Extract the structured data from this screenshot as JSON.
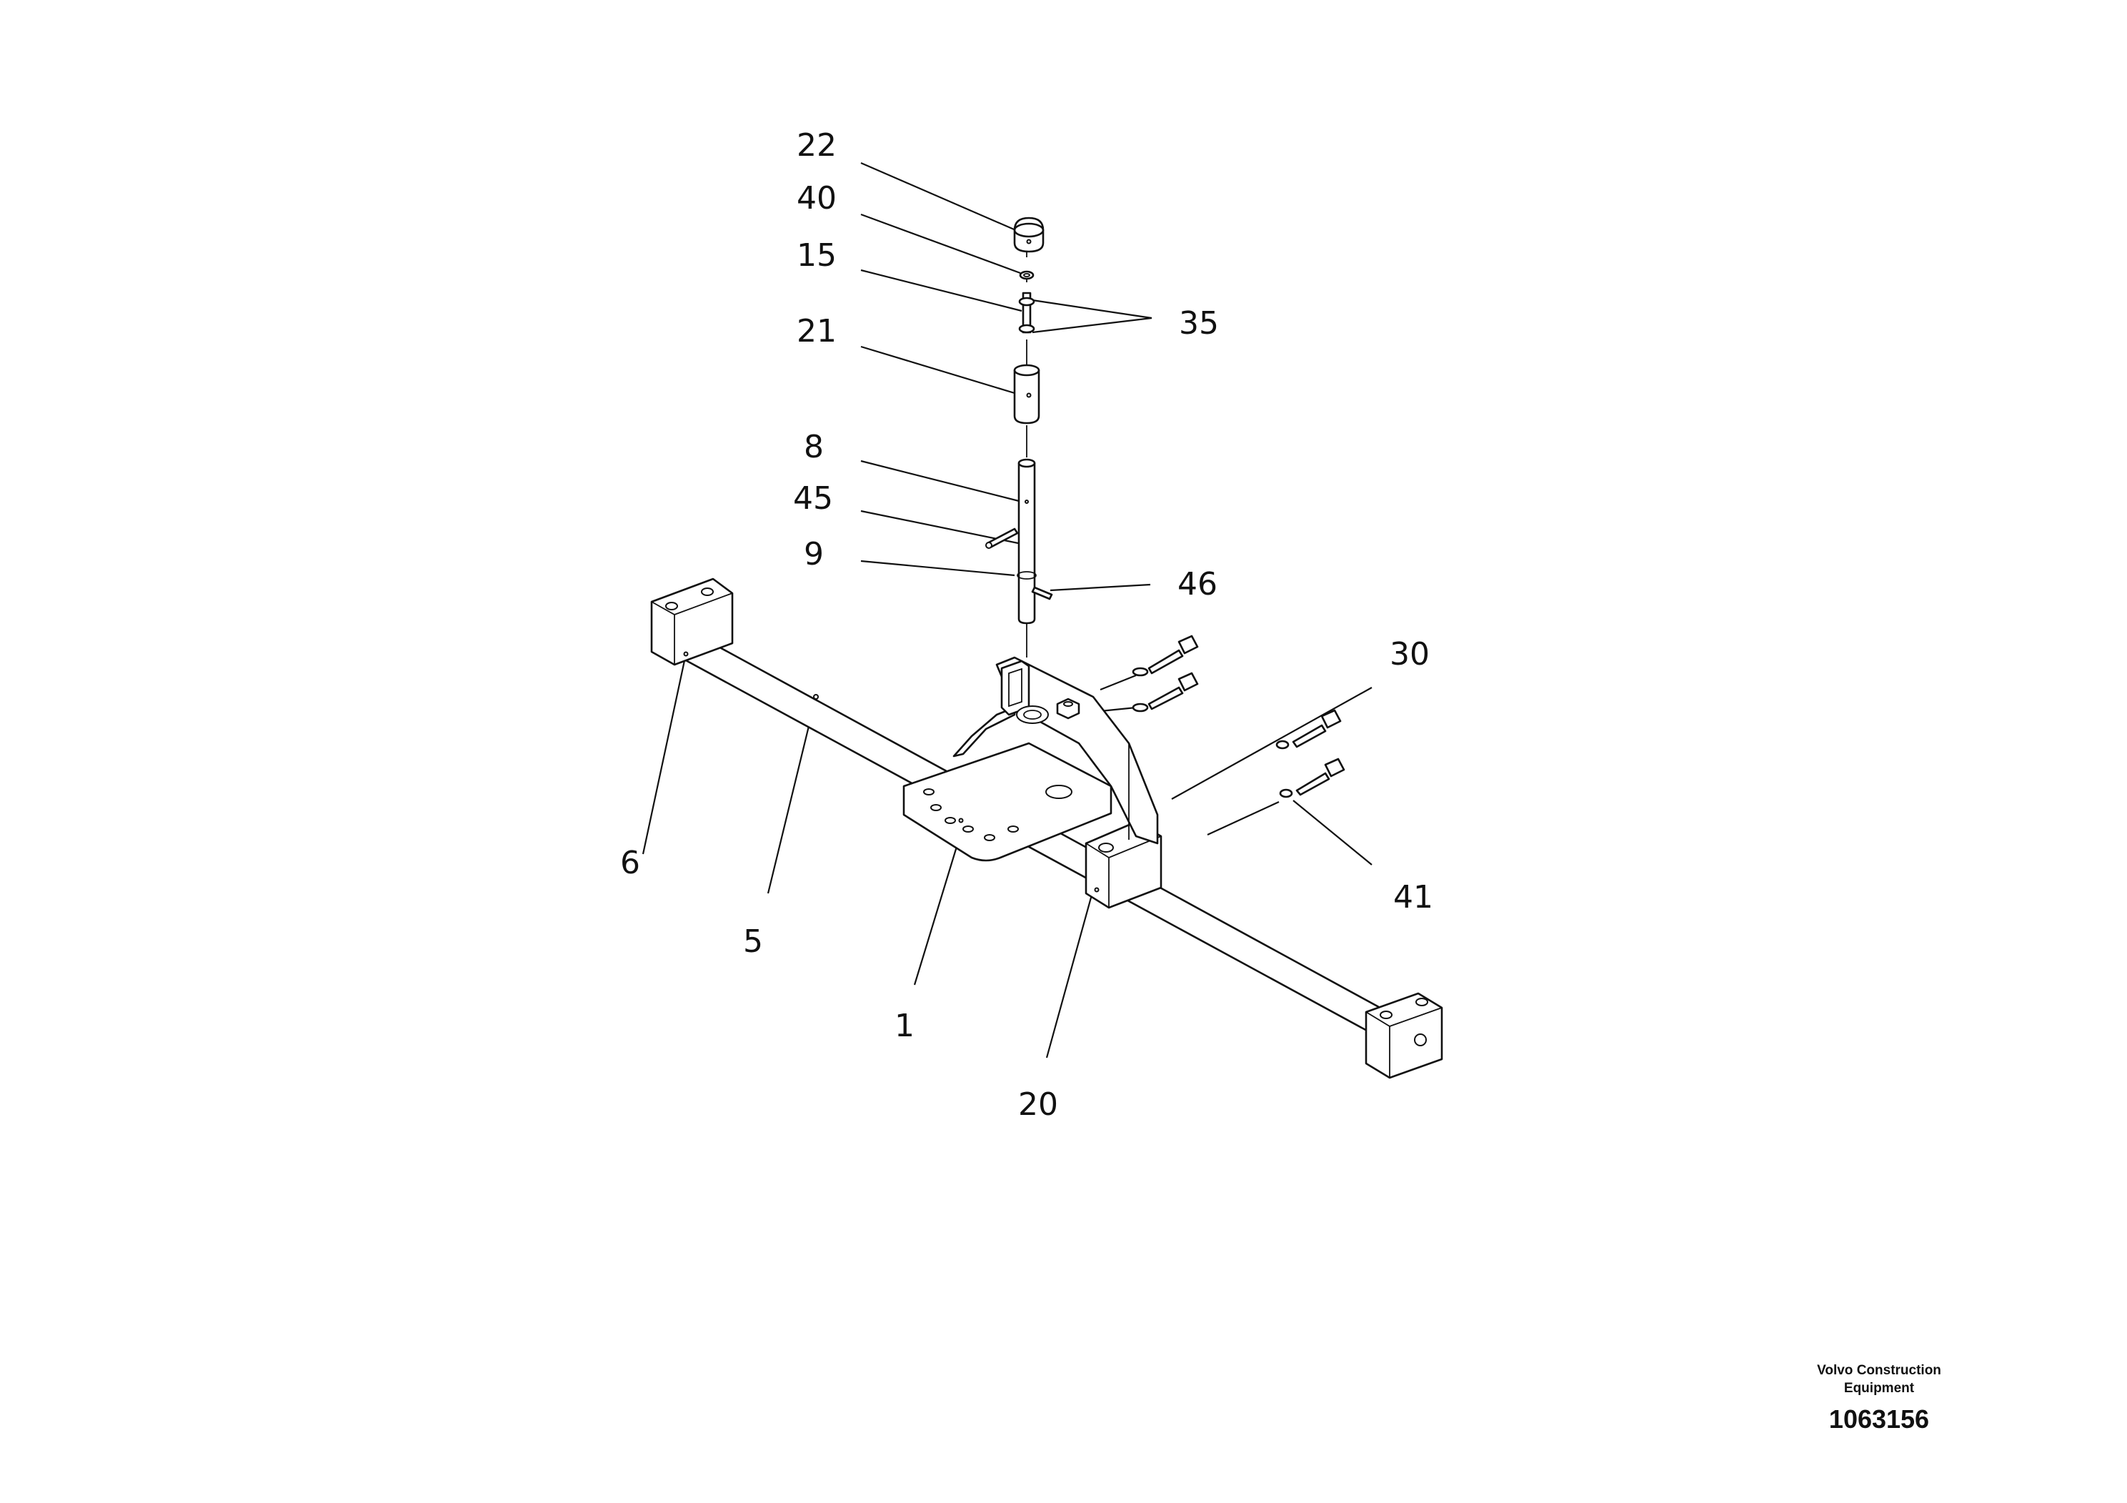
{
  "callouts": {
    "c22": "22",
    "c40": "40",
    "c15": "15",
    "c35": "35",
    "c21": "21",
    "c8": "8",
    "c45": "45",
    "c9": "9",
    "c46": "46",
    "c30": "30",
    "c6": "6",
    "c5": "5",
    "c1": "1",
    "c41": "41",
    "c20": "20"
  },
  "stamp": {
    "brand_line1": "Volvo Construction",
    "brand_line2": "Equipment",
    "drawing_number": "1063156"
  }
}
